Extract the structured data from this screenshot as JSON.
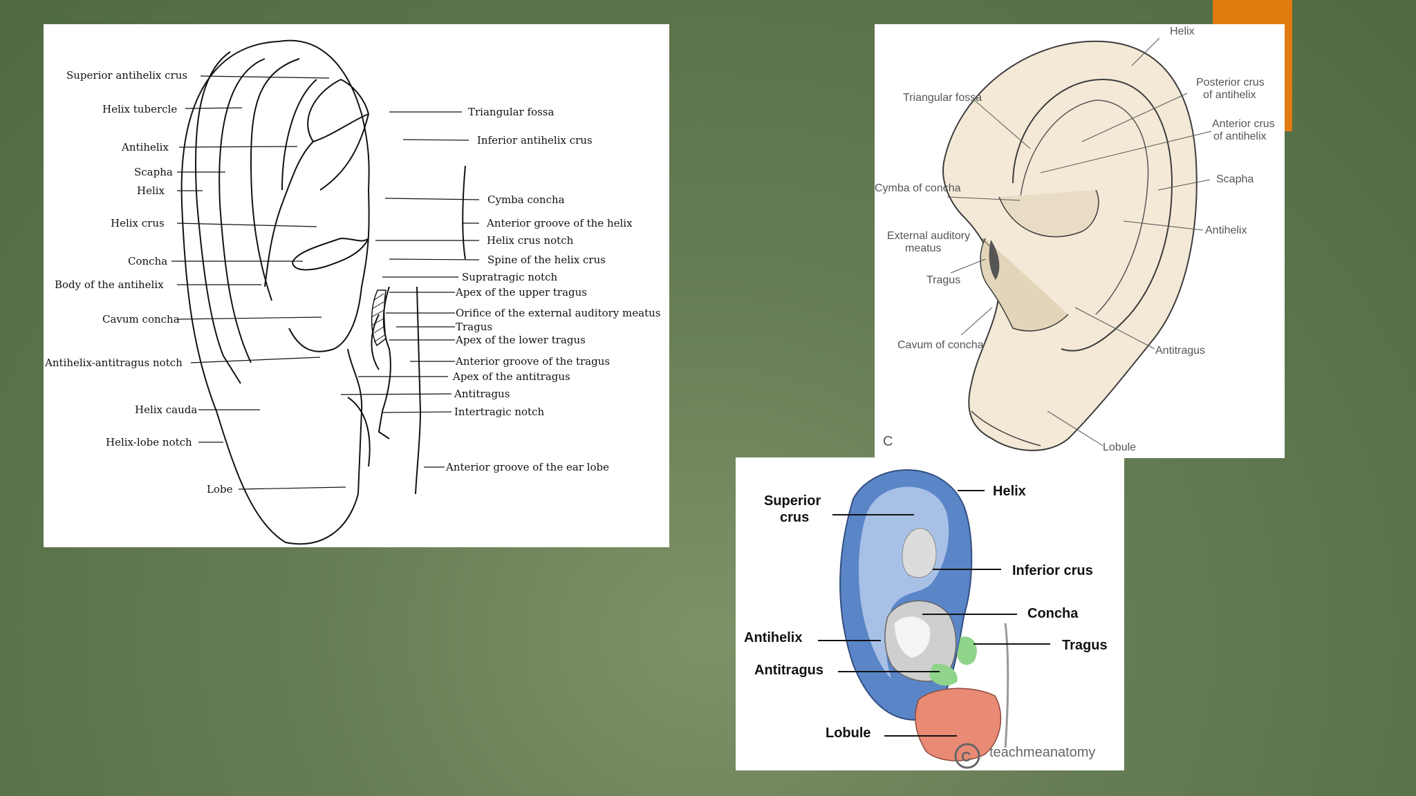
{
  "left_diagram": {
    "labels": {
      "superior_antihelix_crus": "Superior antihelix crus",
      "helix_tubercle": "Helix tubercle",
      "antihelix": "Antihelix",
      "scapha": "Scapha",
      "helix": "Helix",
      "helix_crus": "Helix crus",
      "concha": "Concha",
      "body_of_antihelix": "Body of the antihelix",
      "cavum_concha": "Cavum concha",
      "antihelix_antitragus_notch": "Antihelix-antitragus notch",
      "helix_cauda": "Helix cauda",
      "helix_lobe_notch": "Helix-lobe notch",
      "lobe": "Lobe",
      "triangular_fossa": "Triangular fossa",
      "inferior_antihelix_crus": "Inferior antihelix crus",
      "cymba_concha": "Cymba concha",
      "anterior_groove_helix": "Anterior groove of the helix",
      "helix_crus_notch": "Helix crus notch",
      "spine_helix_crus": "Spine of the helix crus",
      "supratragic_notch": "Supratragic notch",
      "apex_upper_tragus": "Apex of the upper tragus",
      "orifice_external_meatus": "Orifice of the external auditory meatus",
      "tragus": "Tragus",
      "apex_lower_tragus": "Apex of the lower tragus",
      "anterior_groove_tragus": "Anterior groove of the tragus",
      "apex_antitragus": "Apex of the antitragus",
      "antitragus": "Antitragus",
      "intertragic_notch": "Intertragic notch",
      "anterior_groove_ear_lobe": "Anterior groove of the ear lobe"
    }
  },
  "right_diagram": {
    "labels": {
      "helix": "Helix",
      "triangular_fossa": "Triangular fossa",
      "posterior_crus_1": "Posterior crus",
      "posterior_crus_2": "of antihelix",
      "anterior_crus_1": "Anterior crus",
      "anterior_crus_2": "of antihelix",
      "scapha": "Scapha",
      "cymba_of_concha": "Cymba of concha",
      "antihelix": "Antihelix",
      "external_auditory_1": "External auditory",
      "external_auditory_2": "meatus",
      "tragus": "Tragus",
      "cavum_of_concha": "Cavum of concha",
      "antitragus": "Antitragus",
      "lobule": "Lobule",
      "figure_letter": "C"
    }
  },
  "bottom_diagram": {
    "labels": {
      "superior_crus_1": "Superior",
      "superior_crus_2": "crus",
      "helix": "Helix",
      "inferior_crus": "Inferior crus",
      "concha": "Concha",
      "antihelix": "Antihelix",
      "tragus": "Tragus",
      "antitragus": "Antitragus",
      "lobule": "Lobule"
    },
    "watermark": "teachmeanatomy"
  },
  "colors": {
    "background": "#5f7550",
    "accent": "#e07b10",
    "helix_blue": "#5a86c8",
    "inner_blue": "#a9c0e6",
    "tragus_green": "#8fd48a",
    "lobule_red": "#e98a74",
    "skin": "#f3e9d6"
  }
}
